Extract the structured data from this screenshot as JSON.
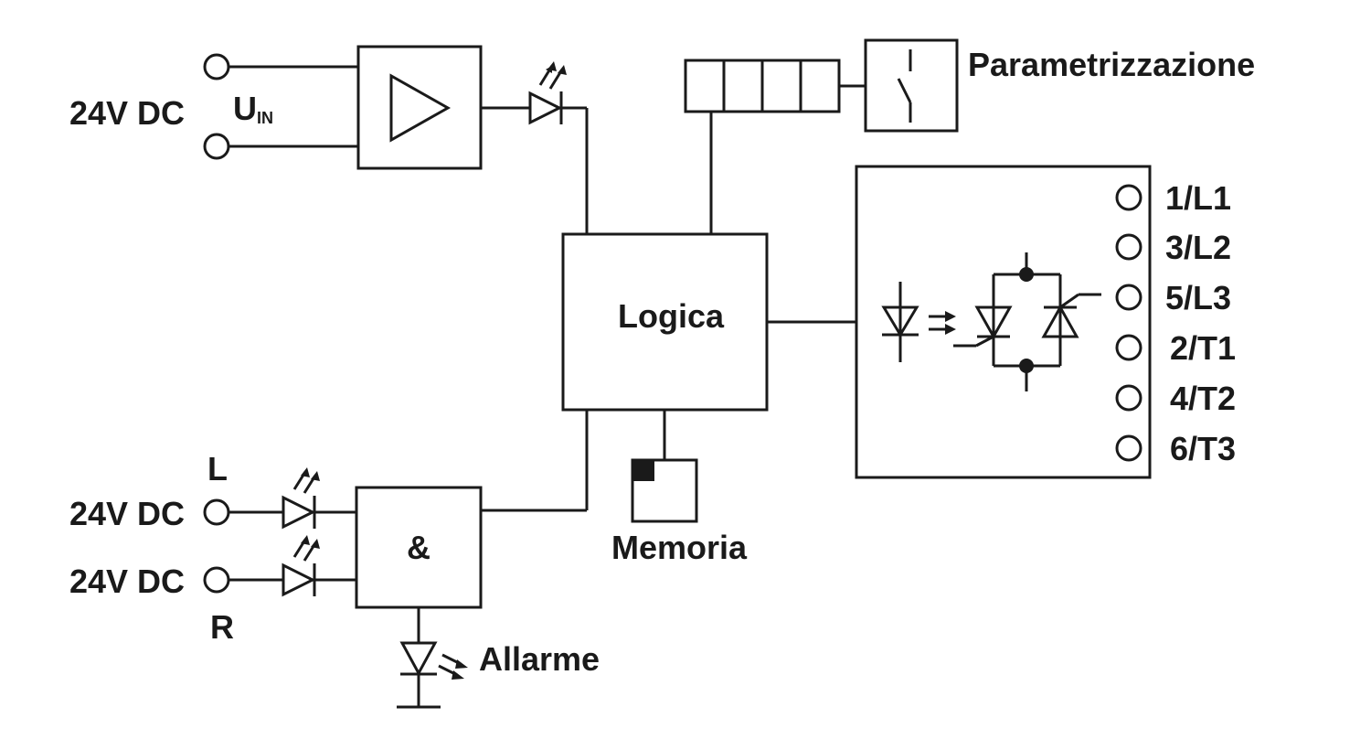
{
  "input": {
    "voltage": "24V DC",
    "uin_main": "U",
    "uin_sub": "IN"
  },
  "parametrization": {
    "label": "Parametrizzazione"
  },
  "logic": {
    "label": "Logica"
  },
  "memory": {
    "label": "Memoria"
  },
  "and_gate": {
    "label": "&"
  },
  "alarm": {
    "label": "Allarme"
  },
  "control_inputs": {
    "left_side": "L",
    "right_side": "R",
    "voltage_left": "24V DC",
    "voltage_right": "24V DC"
  },
  "terminals": [
    "1/L1",
    "3/L2",
    "5/L3",
    "2/T1",
    "4/T2",
    "6/T3"
  ]
}
